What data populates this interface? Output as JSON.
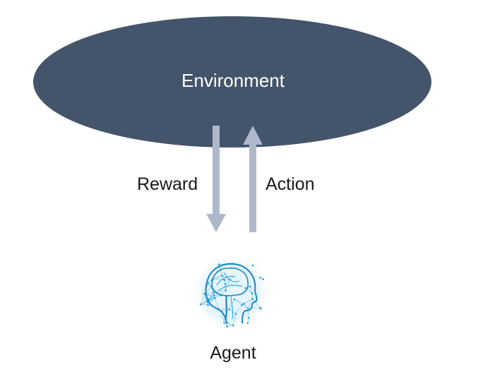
{
  "diagram": {
    "environment": {
      "label": "Environment",
      "fill_color": "#44546a",
      "text_color": "#ffffff"
    },
    "reward_arrow": {
      "label": "Reward",
      "direction": "down",
      "color": "#adb9ca"
    },
    "action_arrow": {
      "label": "Action",
      "direction": "up",
      "color": "#adb9ca"
    },
    "agent": {
      "label": "Agent",
      "icon": "brain-network-head-icon",
      "icon_color": "#2a9fd6"
    }
  }
}
